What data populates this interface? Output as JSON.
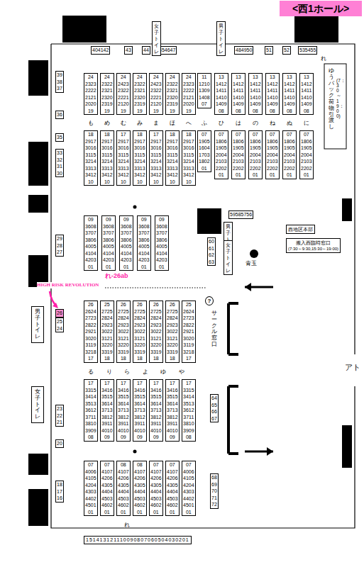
{
  "diagram": {
    "nodes": [
      {
        "text": [
          "<西1ホール>"
        ]
      },
      {
        "text": [
          "女子 トイレ"
        ]
      },
      {
        "text": [
          "男子 トイレ"
        ]
      },
      {
        "text": [
          "男子 トイレ"
        ]
      },
      {
        "text": [
          "女子 トイレ"
        ]
      },
      {
        "text": [
          "男子トイレ"
        ]
      },
      {
        "text": [
          "女子トイレ"
        ]
      },
      {
        "text": [
          "西地区本部"
        ]
      },
      {
        "text": [
          "搬入西臨時窓口",
          "(7:30～9:30,15:30～19:00)"
        ]
      },
      {
        "text": [
          "?"
        ]
      }
    ],
    "labels": [
      "404142",
      "43",
      "44",
      "454647",
      "484950",
      "51",
      "52",
      "535455",
      "39 38 37",
      "36",
      "35",
      "33 32 31 30",
      "29 28 27",
      "26",
      "25 24",
      "23 22 21",
      "20",
      "18 17 16",
      "151413121110090807060504030201",
      "59585756",
      "60 61 62 63",
      "64 65 66 67",
      "68 69 70 71 72",
      "24 2323 2222 2121 2020 19",
      "24 2322 2321 2320 2319 19",
      "24 2423 2322 2221 2120 19",
      "24 2322 2321 2320 2319 19",
      "24 2423 2322 2221 2120 19",
      "24 2322 2321 2320 2319 19",
      "24 2323 2222 2121 2020 19",
      "11 1210 1309 1408 07",
      "13 1412 1411 1410 1409 08",
      "13 1412 1411 1410 1409 08",
      "13 1412 1411 1410 1409 08",
      "13 1412 1411 1410 1409 08",
      "13 1412 1411 1410 1409 08",
      "13 1412 1411 1410 1409 08",
      "18 2917 3016 3115 3214 3313 3412 10",
      "18 2917 3016 3115 3214 3313 3412 10",
      "17 2917 3016 3115 3214 3313 3412 10",
      "18 2917 3016 3115 3214 3313 3412 10",
      "17 2917 3016 3115 3214 3313 3412 10",
      "18 2917 3016 3115 3214 3313 3412 10",
      "18 2917 3016 3115 3214 3313 3412 10",
      "07 1905 1604 1703 1802 01",
      "07 1806 1905 2004 2103 2202 01",
      "07 1806 1905 2004 2103 2202 01",
      "07 1806 1905 2004 2103 2202 01",
      "07 1806 1905 2004 2103 2202 01",
      "07 1806 1905 2004 2103 2202 01",
      "07 1806 1905 2004 2103 2202 01",
      "09 3608 3707 3806 4005 4104 4203 01",
      "09 3608 3707 3806 4005 4104 4203 01",
      "09 3608 3707 3806 4005 4104 4203 01",
      "09 3608 3707 3806 4005 4104 4203 01",
      "09 3608 3707 3806 4005 4104 4203 01",
      "26 2624 2723 2822 2921 3020 3119 3218 17",
      "25 2725 2824 2923 3022 3121 3220 3319 18",
      "26 2725 2824 2923 3022 3121 3220 3319 18",
      "26 2725 2824 2923 3022 3121 3220 3319 18",
      "26 2725 2824 2923 3022 3121 3220 3319 18",
      "26 2725 2824 2923 3022 3121 3220 3319 18",
      "25 2624 2723 2822 2921 3020 3119 3218 17",
      "17 3315 3414 3513 3612 3711 3810 3909 08",
      "17 3416 3515 3614 3713 3812 3911 4010 09",
      "17 3416 3515 3614 3713 3812 3911 4010 09",
      "17 3416 3515 3614 3713 3812 3911 4010 09",
      "17 3416 3515 3614 3713 3812 3911 4010 09",
      "17 3416 3515 3614 3713 3812 3911 4010 09",
      "17 3315 3414 3513 3612 3711 3810 3909 08",
      "07 4006 4105 4204 4303 4402 4501 01",
      "07 4107 4206 4305 4404 4503 4602 01",
      "08 4107 4206 4305 4404 4503 4602 01",
      "08 4107 4206 4305 4404 4503 4602 01",
      "07 4107 4206 4305 4404 4503 4602 01",
      "07 4107 4206 4305 4404 4503 4602 01",
      "07 4006 4105 4204 4303 4402 4501 01",
      "も",
      "め",
      "む",
      "み",
      "ま",
      "ほ",
      "へ",
      "ふ",
      "ひ",
      "は",
      "の",
      "ね",
      "ぬ",
      "に",
      "る",
      "り",
      "ら",
      "よ",
      "ゆ",
      "や",
      "れ",
      "れ",
      "青玉",
      "ゆうパック荷物引渡し",
      "(7：30～19：00)",
      "サークル窓口",
      "アト",
      "れ-26ab",
      "HIGH RISK REVOLUTION"
    ]
  }
}
